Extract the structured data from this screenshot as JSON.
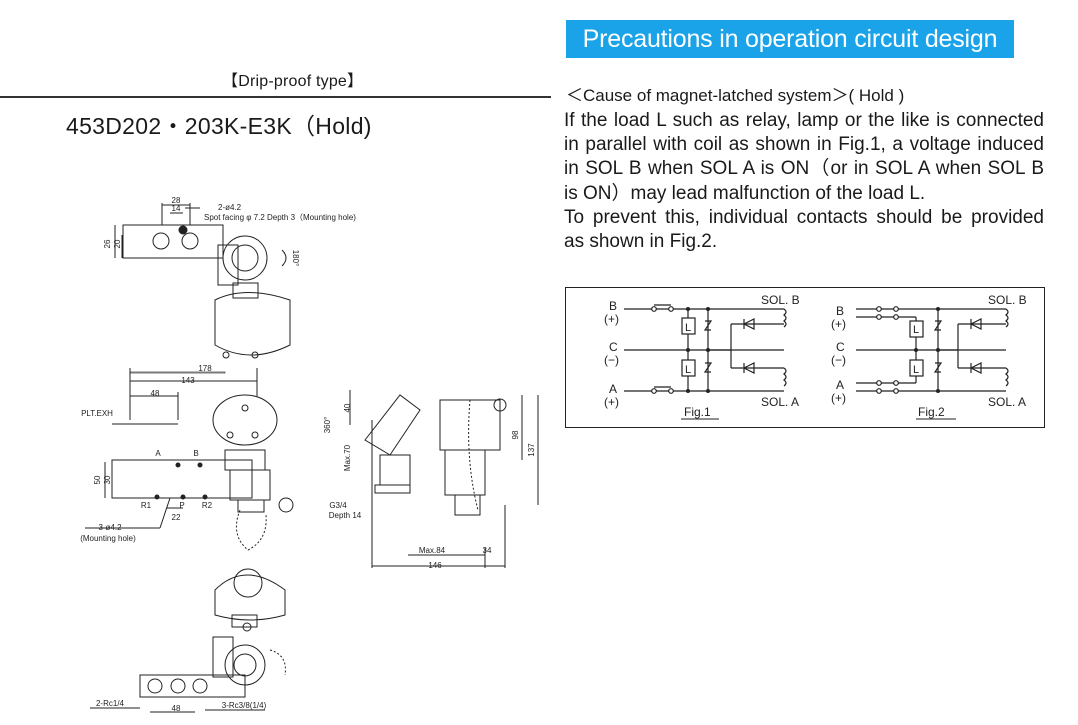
{
  "left": {
    "drip_label": "【Drip-proof type】",
    "model_title": "453D202・203K-E3K（Hold)",
    "drawing": {
      "dim_28": "28",
      "dim_14": "14",
      "hole_note": "2-ø4.2",
      "spot_note": "Spot facing φ 7.2 Depth 3（Mounting hole)",
      "dim_26": "26",
      "dim_20": "20",
      "rot_180": "180°",
      "dim_178": "178",
      "dim_143": "143",
      "dim_48_top": "48",
      "plt_label": "PLT.EXH",
      "port_a": "A",
      "port_b": "B",
      "port_r1": "R1",
      "port_p": "P",
      "port_r2": "R2",
      "dim_50": "50",
      "dim_30": "30",
      "dim_22": "22",
      "mount_note_1": "3-ø4.2",
      "mount_note_2": "(Mounting hole)",
      "rot_360": "360°",
      "dim_40": "40",
      "dim_max70": "Max.70",
      "dim_98": "98",
      "dim_137": "137",
      "g34": "G3/4",
      "depth14": "Depth 14",
      "dim_max84": "Max.84",
      "dim_34": "34",
      "dim_146": "146",
      "rc14": "2-Rc1/4",
      "dim_48_bottom": "48",
      "rc38": "3-Rc3/8(1/4)"
    }
  },
  "right": {
    "banner": "Precautions in operation circuit design",
    "cause_heading": "＜Cause of magnet-latched system＞( Hold )",
    "paragraph_1": "If the load L such as relay, lamp or the like is connected in parallel with coil as shown in Fig.1, a voltage induced in SOL B when SOL A is ON（or in SOL A when SOL B is ON）may lead malfunction of the load L.",
    "paragraph_2": "To prevent this, individual contacts should be provided as shown in Fig.2.",
    "fig1": {
      "caption": "Fig.1",
      "term_b": "B",
      "term_b_sign": "(+)",
      "term_c": "C",
      "term_c_sign": "(−)",
      "term_a": "A",
      "term_a_sign": "(+)",
      "sol_b": "SOL. B",
      "sol_a": "SOL. A",
      "load": "L"
    },
    "fig2": {
      "caption": "Fig.2",
      "term_b": "B",
      "term_b_sign": "(+)",
      "term_c": "C",
      "term_c_sign": "(−)",
      "term_a": "A",
      "term_a_sign": "(+)",
      "sol_b": "SOL. B",
      "sol_a": "SOL. A",
      "load": "L"
    }
  },
  "colors": {
    "banner_bg": "#1aa3e8",
    "banner_text": "#ffffff",
    "line": "#222222"
  }
}
